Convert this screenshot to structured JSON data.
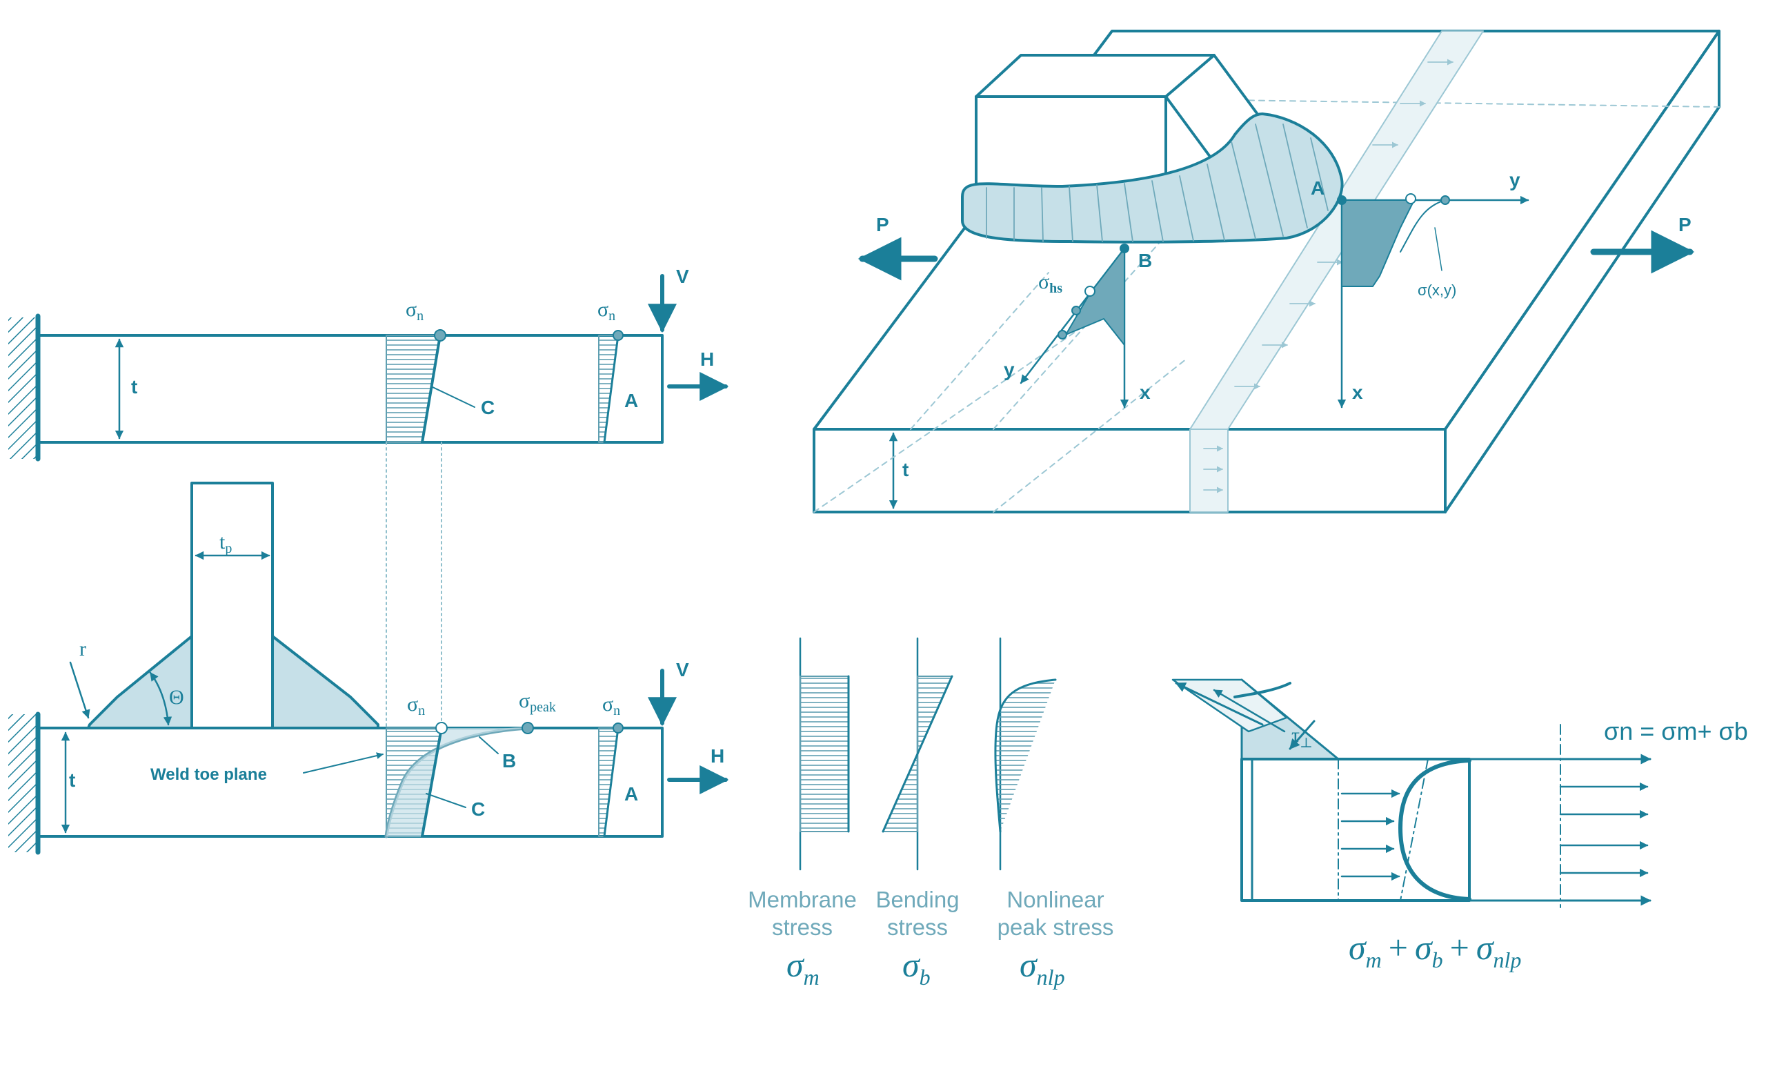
{
  "colors": {
    "stroke": "#1b7f99",
    "fill": "#c6e0e8",
    "fill_dark": "#6fa9ba",
    "text": "#1b7f99",
    "light": "#9cc7d4"
  },
  "top_left": {
    "label_t": "t",
    "label_V": "V",
    "label_H": "H",
    "label_A": "A",
    "label_C": "C",
    "sigma_n_1": "σ",
    "sigma_n_1_sub": "n",
    "sigma_n_2": "σ",
    "sigma_n_2_sub": "n"
  },
  "bottom_left": {
    "label_tp": "t",
    "label_tp_sub": "p",
    "label_r": "r",
    "label_theta": "Θ",
    "label_t": "t",
    "weld_toe": "Weld toe plane",
    "label_V": "V",
    "label_H": "H",
    "label_A": "A",
    "label_B": "B",
    "label_C": "C",
    "sigma_n_1": "σ",
    "sigma_n_1_sub": "n",
    "sigma_peak": "σ",
    "sigma_peak_sub": "peak",
    "sigma_n_2": "σ",
    "sigma_n_2_sub": "n"
  },
  "iso": {
    "label_P_left": "P",
    "label_P_right": "P",
    "label_A": "A",
    "label_B": "B",
    "label_y1": "y",
    "label_y2": "y",
    "label_x1": "x",
    "label_x2": "x",
    "label_t": "t",
    "sigma_hs": "σ",
    "sigma_hs_sub": "hs",
    "sigma_xy": "σ(x,y)"
  },
  "components": {
    "membrane": {
      "line1": "Membrane",
      "line2": "stress",
      "sym": "σ",
      "sub": "m"
    },
    "bending": {
      "line1": "Bending",
      "line2": "stress",
      "sym": "σ",
      "sub": "b"
    },
    "nonlinear": {
      "line1": "Nonlinear",
      "line2": "peak stress",
      "sym": "σ",
      "sub": "nlp"
    }
  },
  "right_bottom": {
    "equation_top": "σn = σm+ σb",
    "tau": "τ",
    "tau_sub": "⊥",
    "sum_s1": "σ",
    "sum_m": "m",
    "plus1": "+",
    "sum_s2": "σ",
    "sum_b": "b",
    "plus2": "+",
    "sum_s3": "σ",
    "sum_nlp": "nlp"
  }
}
